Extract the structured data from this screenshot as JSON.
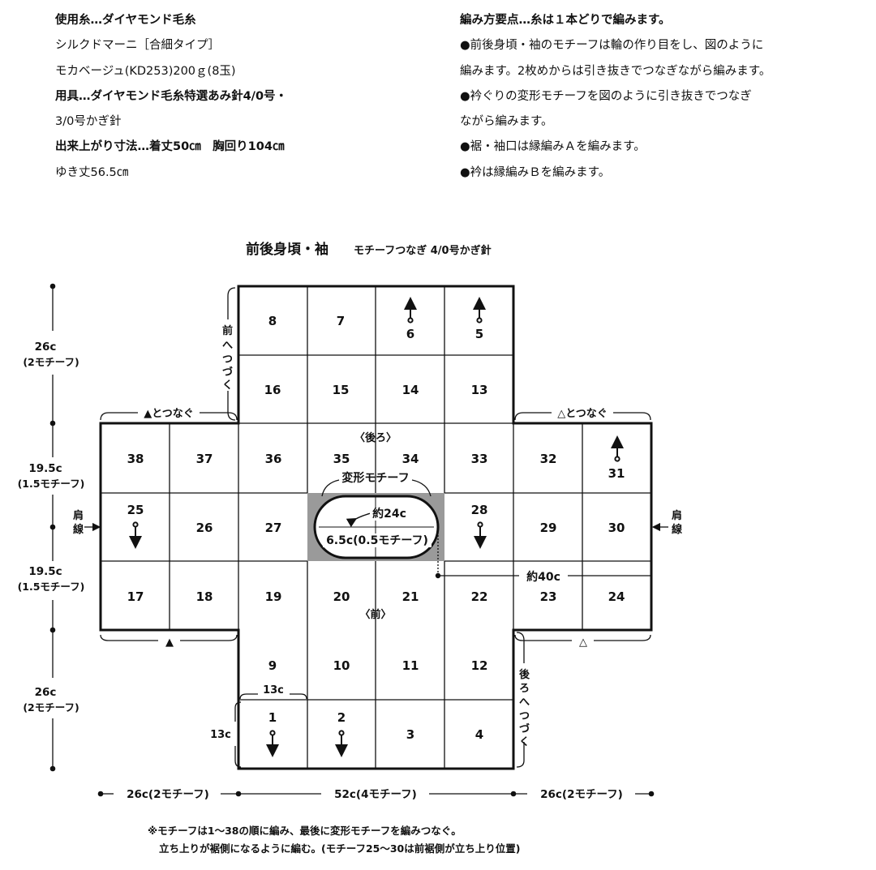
{
  "materials": {
    "yarn": "使用糸…ダイヤモンド毛糸",
    "yarn_name": "シルクドマーニ［合細タイプ］",
    "color_amount": "モカベージュ(KD253)200ｇ(8玉)",
    "tools_1": "用具…ダイヤモンド毛糸特選あみ針4/0号・",
    "tools_2": "3/0号かぎ針",
    "finished_size_1": "出来上がり寸法…着丈50㎝　胸回り104㎝",
    "finished_size_2": "ゆき丈56.5㎝"
  },
  "instructions": {
    "heading": "編み方要点…糸は１本どりで編みます。",
    "step1a": "●前後身頃・袖のモチーフは輪の作り目をし、図のように",
    "step1b": "編みます。2枚めからは引き抜きでつなぎながら編みます。",
    "step2a": "●衿ぐりの変形モチーフを図のように引き抜きでつなぎ",
    "step2b": "ながら編みます。",
    "step3": "●裾・袖口は縁編みＡを編みます。",
    "step4": "●衿は縁編みＢを編みます。"
  },
  "diagram": {
    "title": "前後身頃・袖",
    "subtitle": "モチーフつなぎ 4/0号かぎ針",
    "back_label": "〈後ろ〉",
    "front_label": "〈前〉",
    "modified_motif": "変形モチーフ",
    "neck_circ": "約24c",
    "neck_depth": "6.5c(0.5モチーフ)",
    "approx_40": "約40c",
    "shoulder_line": "肩線",
    "connect_filled": "▲とつなぐ",
    "connect_open": "△とつなぐ",
    "mark_filled": "▲",
    "mark_open": "△",
    "to_front": "前へつづく",
    "to_back": "後ろへつづく",
    "dim_26": "26c",
    "dim_2motif": "(2モチーフ)",
    "dim_19_5": "19.5c",
    "dim_1_5motif": "(1.5モチーフ)",
    "dim_13": "13c",
    "bottom_side_left": "26c(2モチーフ)",
    "bottom_center": "52c(4モチーフ)",
    "bottom_side_right": "26c(2モチーフ)",
    "cells": [
      "8",
      "7",
      "6",
      "5",
      "16",
      "15",
      "14",
      "13",
      "38",
      "37",
      "36",
      "35",
      "34",
      "33",
      "32",
      "31",
      "25",
      "26",
      "27",
      "28",
      "29",
      "30",
      "17",
      "18",
      "19",
      "20",
      "21",
      "22",
      "23",
      "24",
      "9",
      "10",
      "11",
      "12",
      "1",
      "2",
      "3",
      "4"
    ]
  },
  "note": {
    "line1": "※モチーフは1～38の順に編み、最後に変形モチーフを編みつなぐ。",
    "line2": "立ち上りが裾側になるように編む。(モチーフ25～30は前裾側が立ち上り位置)"
  }
}
